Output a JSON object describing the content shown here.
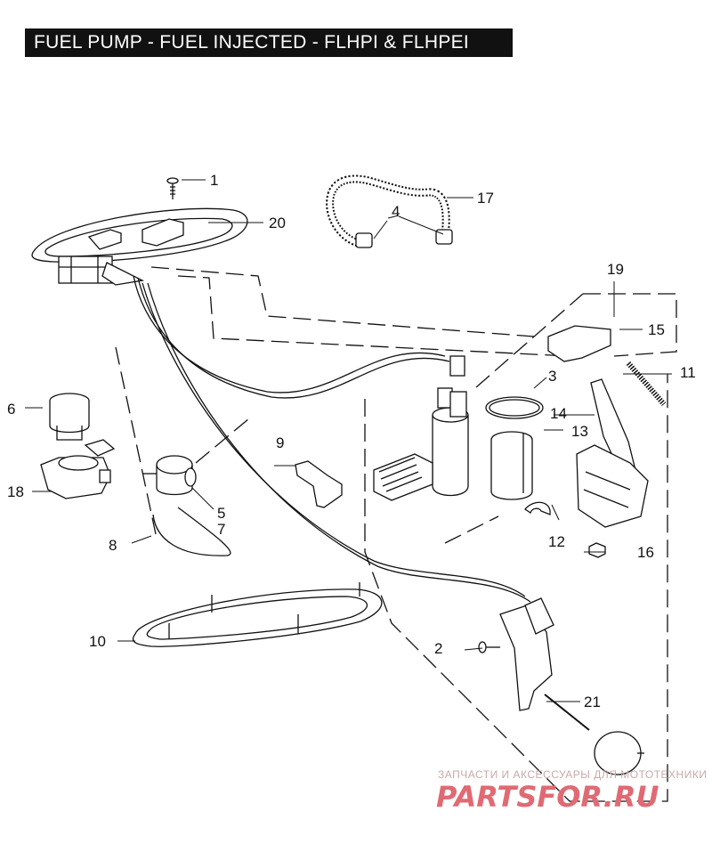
{
  "title": "FUEL PUMP - FUEL INJECTED - FLHPI & FLHPEI",
  "callouts": [
    {
      "key": "c1",
      "text": "1"
    },
    {
      "key": "c2",
      "text": "2"
    },
    {
      "key": "c3",
      "text": "3"
    },
    {
      "key": "c4",
      "text": "4"
    },
    {
      "key": "c5",
      "text": "5"
    },
    {
      "key": "c6",
      "text": "6"
    },
    {
      "key": "c7",
      "text": "7"
    },
    {
      "key": "c8",
      "text": "8"
    },
    {
      "key": "c9",
      "text": "9"
    },
    {
      "key": "c10",
      "text": "10"
    },
    {
      "key": "c11",
      "text": "11"
    },
    {
      "key": "c12",
      "text": "12"
    },
    {
      "key": "c13",
      "text": "13"
    },
    {
      "key": "c14",
      "text": "14"
    },
    {
      "key": "c15",
      "text": "15"
    },
    {
      "key": "c16",
      "text": "16"
    },
    {
      "key": "c17",
      "text": "17"
    },
    {
      "key": "c18",
      "text": "18"
    },
    {
      "key": "c19",
      "text": "19"
    },
    {
      "key": "c20",
      "text": "20"
    },
    {
      "key": "c21",
      "text": "21"
    }
  ],
  "watermark": {
    "tagline": "ЗАПЧАСТИ И АКСЕССУАРЫ ДЛЯ МОТОТЕХНИКИ",
    "brand": "PARTSFOR.RU",
    "brand_color": "#e06a74"
  }
}
